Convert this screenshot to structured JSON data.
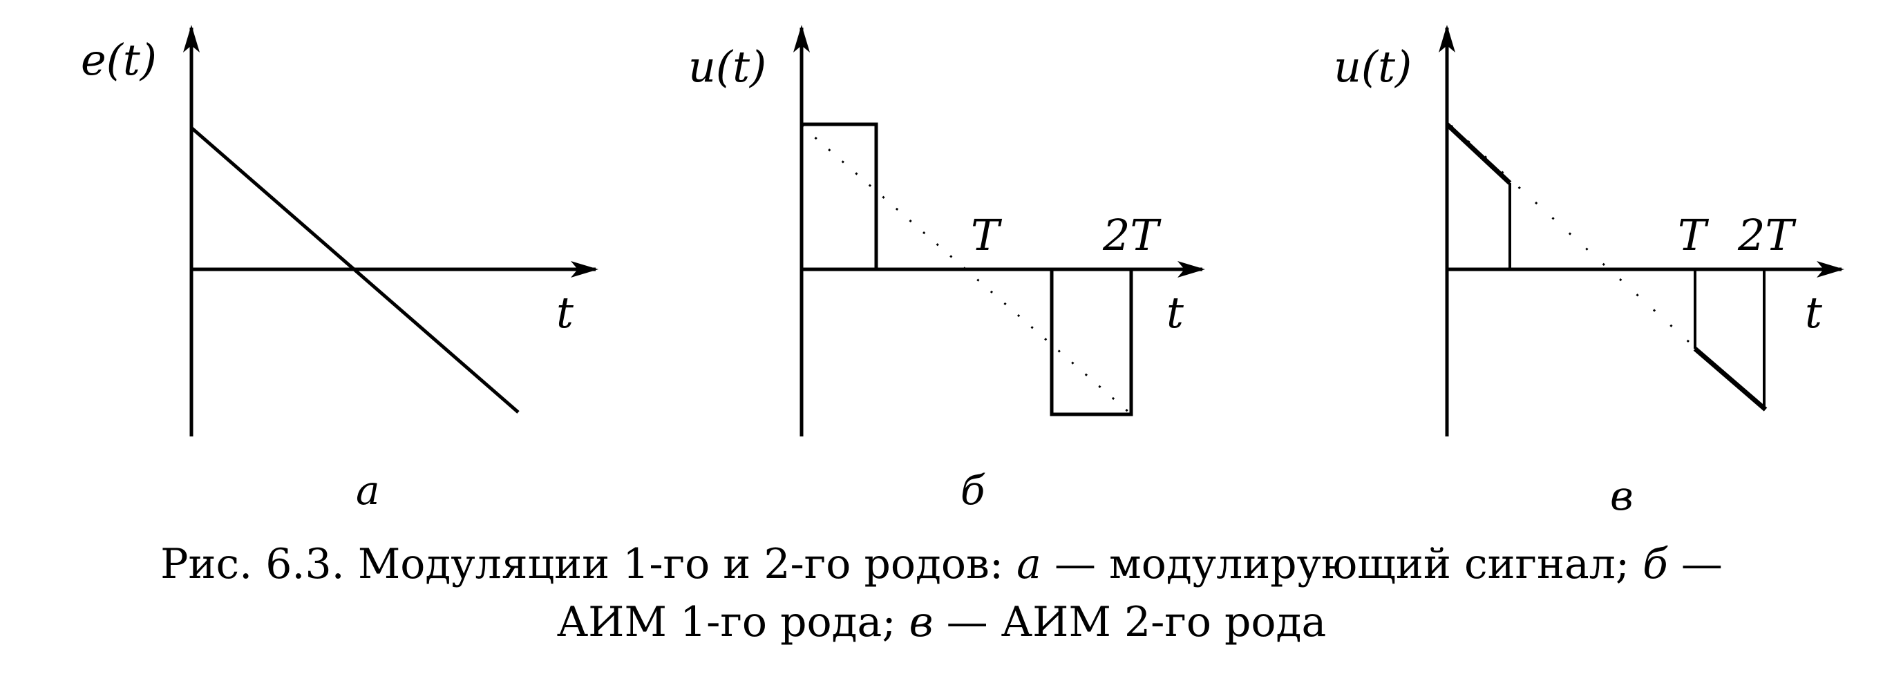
{
  "panels": [
    {
      "y_label": "e(t)",
      "x_label": "t",
      "letter": "а",
      "ticks": []
    },
    {
      "y_label": "u(t)",
      "x_label": "t",
      "letter": "б",
      "ticks": [
        "T",
        "2T"
      ]
    },
    {
      "y_label": "u(t)",
      "x_label": "t",
      "letter": "в",
      "ticks": [
        "T",
        "2T"
      ]
    }
  ],
  "caption": {
    "line1_a": "Рис. 6.3. Модуляции 1-го и 2-го родов: ",
    "a_letter": "а",
    "line1_b": " — модулирующий сигнал; ",
    "b_letter": "б",
    "line1_c": " —",
    "line2_a": "АИМ 1-го рода; ",
    "c_letter": "в",
    "line2_b": " — АИМ 2-го рода"
  }
}
